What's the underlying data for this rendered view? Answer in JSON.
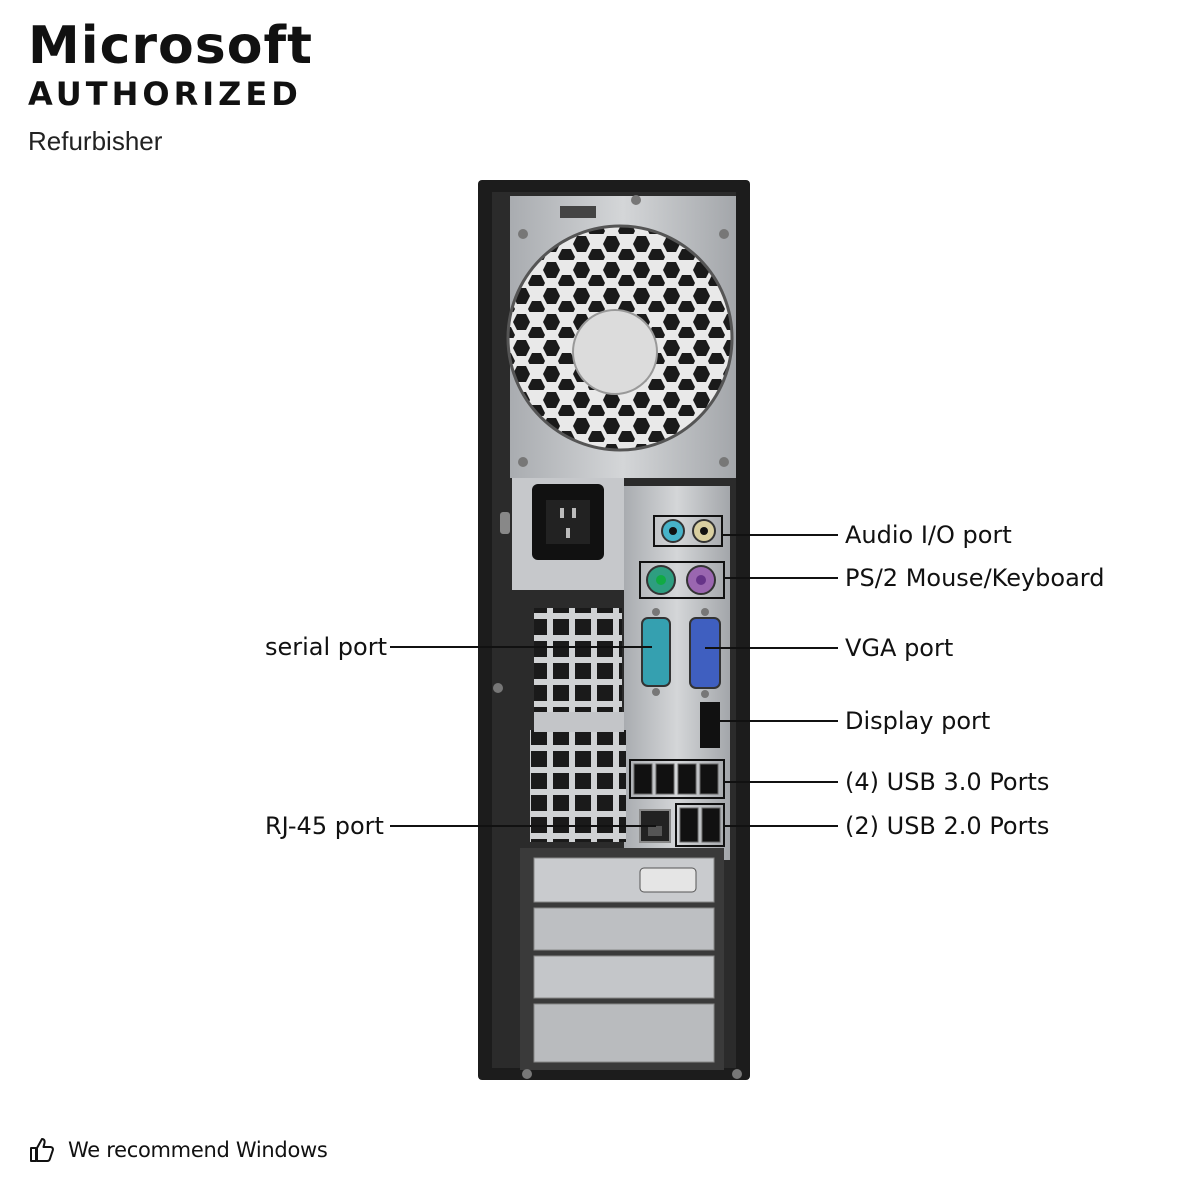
{
  "logo": {
    "line1": "Microsoft",
    "line2": "AUTHORIZED",
    "line3": "Refurbisher"
  },
  "labels": {
    "audio": "Audio I/O port",
    "ps2": "PS/2 Mouse/Keyboard",
    "serial": "serial port",
    "vga": "VGA port",
    "display": "Display port",
    "usb3": "(4) USB 3.0 Ports",
    "rj45": "RJ-45 port",
    "usb2": "(2) USB 2.0 Ports"
  },
  "footer": {
    "text": "We recommend Windows",
    "icon": "thumbs-up-icon"
  },
  "colors": {
    "chassis": "#1c1c1c",
    "panel": "#b9bcc0",
    "audio_in": "#47b3c9",
    "audio_out": "#d9cfa0",
    "ps2_mouse": "#2e9e80",
    "ps2_keyboard": "#9a66b0",
    "serial": "#35a0b0",
    "vga": "#3f5fc0"
  }
}
